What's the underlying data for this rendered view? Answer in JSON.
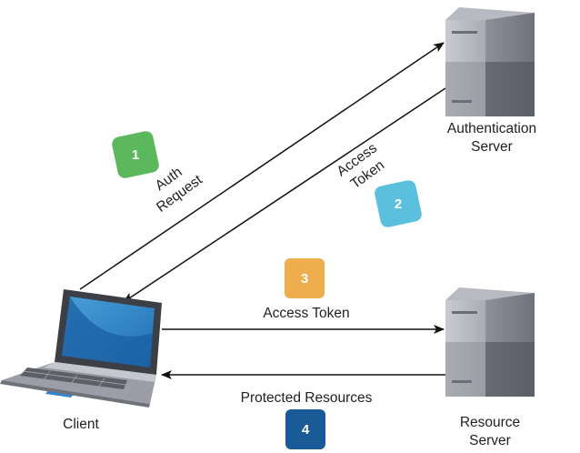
{
  "nodes": {
    "client": {
      "label": "Client"
    },
    "auth_server": {
      "label_line1": "Authentication",
      "label_line2": "Server"
    },
    "resource_server": {
      "label_line1": "Resource",
      "label_line2": "Server"
    }
  },
  "steps": [
    {
      "number": "1",
      "label_line1": "Auth",
      "label_line2": "Request",
      "color": "#5cb85c"
    },
    {
      "number": "2",
      "label_line1": "Access",
      "label_line2": "Token",
      "color": "#5bc0de"
    },
    {
      "number": "3",
      "label": "Access Token",
      "color": "#f0ad4e"
    },
    {
      "number": "4",
      "label": "Protected Resources",
      "color": "#1a5a96"
    }
  ]
}
